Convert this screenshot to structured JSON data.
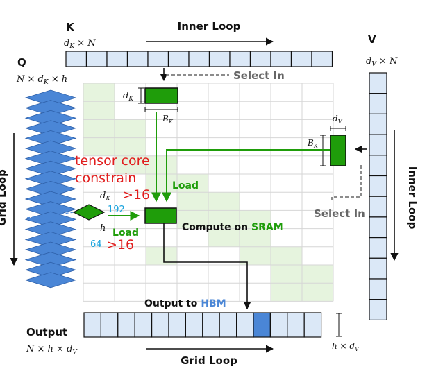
{
  "labels": {
    "k": "K",
    "k_dim": "d_K × N",
    "inner_loop_top": "Inner Loop",
    "select_in_top": "Select In",
    "q": "Q",
    "q_dim": "N × d_K × h",
    "grid_loop_left": "Grid Loop",
    "d_k": "d_K",
    "b_k": "B_K",
    "v": "V",
    "v_dim": "d_V × N",
    "d_v": "d_V",
    "b_k_v": "B_K",
    "inner_loop_right": "Inner Loop",
    "tensor_core_line1": "tensor core",
    "tensor_core_line2": "constrain",
    "load_1": "Load",
    "select_in_right": "Select In",
    "dk_small": "d_K",
    "gt16_a": ">16",
    "n192": "192",
    "h_small": "h",
    "load_2": "Load",
    "n64": "64",
    "gt16_b": ">16",
    "compute_prefix": "Compute on ",
    "compute_sram": "SRAM",
    "output_prefix": "Output to ",
    "output_hbm": "HBM",
    "output": "Output",
    "output_dim": "N × h × d_V",
    "output_dim_right": "h × d_V",
    "grid_loop_bottom": "Grid Loop"
  },
  "colors": {
    "light_blue": "#dbe8f7",
    "mid_blue": "#4a86d6",
    "green": "#1f9d0a",
    "red": "#e11e1e",
    "cyan": "#1aa3dd",
    "grid_fill": "#e6f4de",
    "gray": "#666666"
  },
  "icons": {
    "q_stack": "stacked-diamonds-icon"
  }
}
